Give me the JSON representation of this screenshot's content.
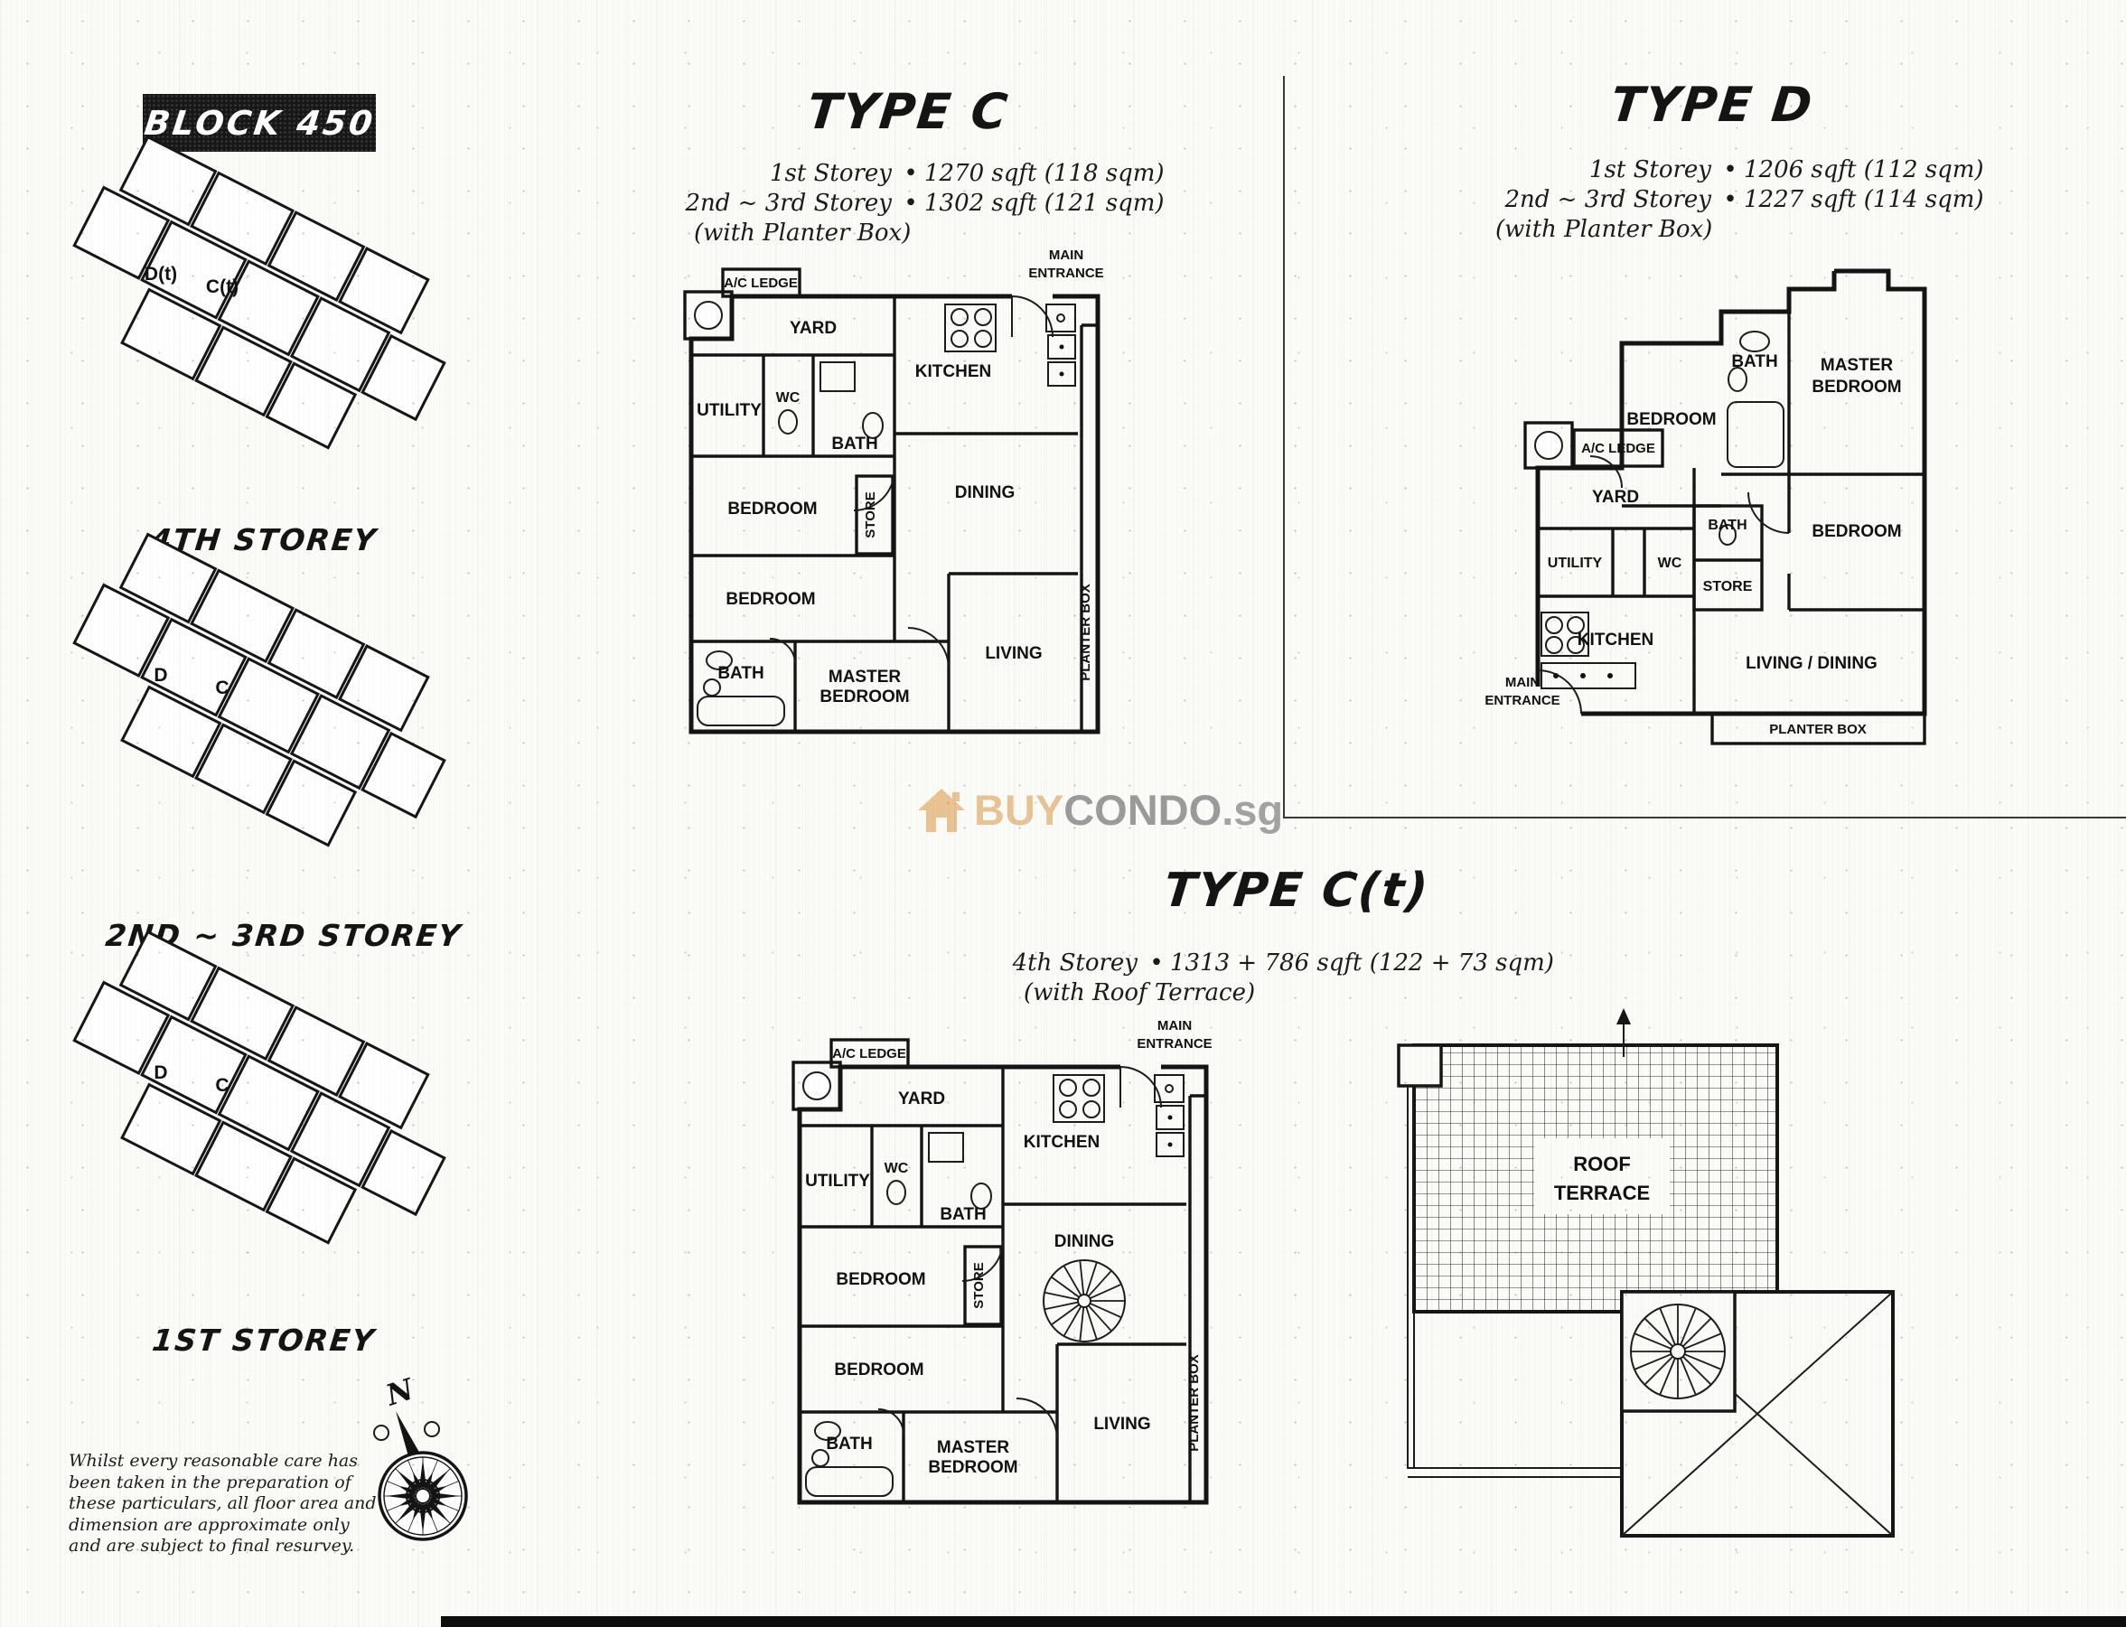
{
  "site": {
    "block": "BLOCK 450",
    "plans": [
      {
        "caption": "4TH STOREY",
        "unit_d": "D(t)",
        "unit_c": "C(t)"
      },
      {
        "caption": "2ND ~ 3RD STOREY",
        "unit_d": "D",
        "unit_c": "C"
      },
      {
        "caption": "1ST STOREY",
        "unit_d": "D",
        "unit_c": "C"
      }
    ]
  },
  "type_c": {
    "title": "TYPE C",
    "info": [
      {
        "storey": "1st Storey",
        "area": "1270 sqft (118 sqm)"
      },
      {
        "storey": "2nd ~ 3rd Storey",
        "area": "1302 sqft (121 sqm)"
      }
    ],
    "note": "(with Planter Box)",
    "rooms": {
      "ac_ledge": "A/C LEDGE",
      "yard": "YARD",
      "utility": "UTILITY",
      "wc": "WC",
      "bath1": "BATH",
      "kitchen": "KITCHEN",
      "entrance1": "MAIN",
      "entrance2": "ENTRANCE",
      "bedroom1": "BEDROOM",
      "store": "STORE",
      "dining": "DINING",
      "bedroom2": "BEDROOM",
      "bath2": "BATH",
      "master1": "MASTER",
      "master2": "BEDROOM",
      "living": "LIVING",
      "planter": "PLANTER BOX"
    }
  },
  "type_d": {
    "title": "TYPE D",
    "info": [
      {
        "storey": "1st Storey",
        "area": "1206 sqft (112 sqm)"
      },
      {
        "storey": "2nd ~ 3rd Storey",
        "area": "1227 sqft (114 sqm)"
      }
    ],
    "note": "(with Planter Box)",
    "rooms": {
      "ac_ledge": "A/C LEDGE",
      "yard": "YARD",
      "utility": "UTILITY",
      "wc": "WC",
      "bath1": "BATH",
      "bath2": "BATH",
      "store": "STORE",
      "kitchen": "KITCHEN",
      "bedroom1": "BEDROOM",
      "bedroom2": "BEDROOM",
      "master1": "MASTER",
      "master2": "BEDROOM",
      "living_dining": "LIVING / DINING",
      "entrance1": "MAIN",
      "entrance2": "ENTRANCE",
      "planter": "PLANTER BOX"
    }
  },
  "type_ct": {
    "title": "TYPE C(t)",
    "info": [
      {
        "storey": "4th Storey",
        "area": "1313 + 786 sqft (122 + 73 sqm)"
      }
    ],
    "note": "(with Roof Terrace)",
    "rooms": {
      "ac_ledge": "A/C LEDGE",
      "yard": "YARD",
      "utility": "UTILITY",
      "wc": "WC",
      "bath1": "BATH",
      "kitchen": "KITCHEN",
      "entrance1": "MAIN",
      "entrance2": "ENTRANCE",
      "bedroom1": "BEDROOM",
      "store": "STORE",
      "dining": "DINING",
      "bedroom2": "BEDROOM",
      "bath2": "BATH",
      "master1": "MASTER",
      "master2": "BEDROOM",
      "living": "LIVING",
      "planter": "PLANTER BOX"
    },
    "roof": {
      "line1": "ROOF",
      "line2": "TERRACE"
    }
  },
  "watermark": {
    "buy": "BUY",
    "condo": "CONDO",
    "tld": ".sg"
  },
  "disclaimer": {
    "l1": "Whilst every reasonable care has",
    "l2": "been taken in the preparation of",
    "l3": "these particulars, all floor area and",
    "l4": "dimension are approximate only",
    "l5": "and are subject to final resurvey."
  },
  "compass": {
    "n": "N"
  },
  "glyphs": {
    "bullet": "•"
  },
  "colors": {
    "ink": "#161616",
    "tan": "#e9c394",
    "gray": "#9b9b9b"
  }
}
